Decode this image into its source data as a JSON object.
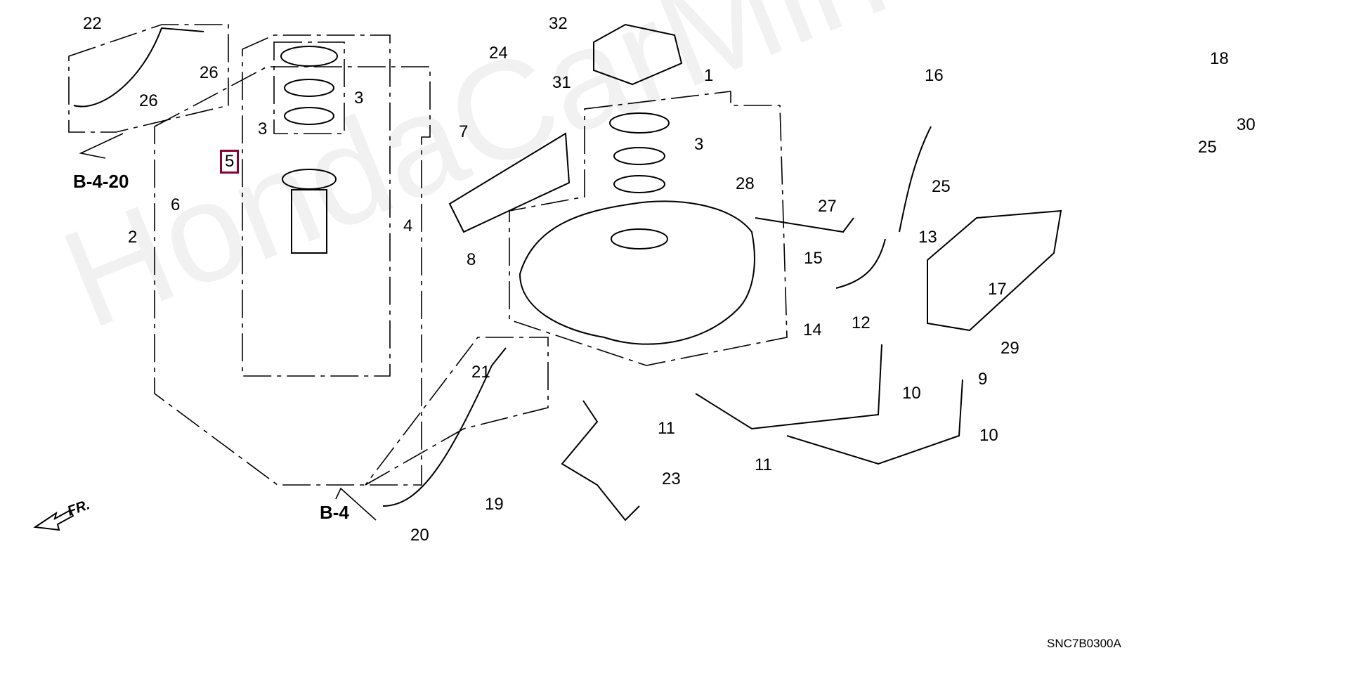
{
  "diagram": {
    "type": "exploded parts diagram",
    "subject": "Fuel tank / fuel pump assembly",
    "drawing_code": "SNC7B0300A",
    "watermark": "HondaCarMine.ru",
    "direction_marker": "FR.",
    "highlighted_part": "5",
    "references": [
      "B-4-20",
      "B-4"
    ],
    "callouts": [
      {
        "id": "1",
        "label": "1"
      },
      {
        "id": "2",
        "label": "2"
      },
      {
        "id": "3a",
        "label": "3"
      },
      {
        "id": "3b",
        "label": "3"
      },
      {
        "id": "3c",
        "label": "3"
      },
      {
        "id": "4",
        "label": "4"
      },
      {
        "id": "5",
        "label": "5"
      },
      {
        "id": "6",
        "label": "6"
      },
      {
        "id": "7",
        "label": "7"
      },
      {
        "id": "8",
        "label": "8"
      },
      {
        "id": "9",
        "label": "9"
      },
      {
        "id": "10a",
        "label": "10"
      },
      {
        "id": "10b",
        "label": "10"
      },
      {
        "id": "11a",
        "label": "11"
      },
      {
        "id": "11b",
        "label": "11"
      },
      {
        "id": "12",
        "label": "12"
      },
      {
        "id": "13",
        "label": "13"
      },
      {
        "id": "14",
        "label": "14"
      },
      {
        "id": "15",
        "label": "15"
      },
      {
        "id": "16",
        "label": "16"
      },
      {
        "id": "17",
        "label": "17"
      },
      {
        "id": "18",
        "label": "18"
      },
      {
        "id": "19",
        "label": "19"
      },
      {
        "id": "20",
        "label": "20"
      },
      {
        "id": "21",
        "label": "21"
      },
      {
        "id": "22",
        "label": "22"
      },
      {
        "id": "23",
        "label": "23"
      },
      {
        "id": "24",
        "label": "24"
      },
      {
        "id": "25a",
        "label": "25"
      },
      {
        "id": "25b",
        "label": "25"
      },
      {
        "id": "26a",
        "label": "26"
      },
      {
        "id": "26b",
        "label": "26"
      },
      {
        "id": "27",
        "label": "27"
      },
      {
        "id": "28",
        "label": "28"
      },
      {
        "id": "29",
        "label": "29"
      },
      {
        "id": "30",
        "label": "30"
      },
      {
        "id": "31",
        "label": "31"
      },
      {
        "id": "32",
        "label": "32"
      }
    ]
  }
}
